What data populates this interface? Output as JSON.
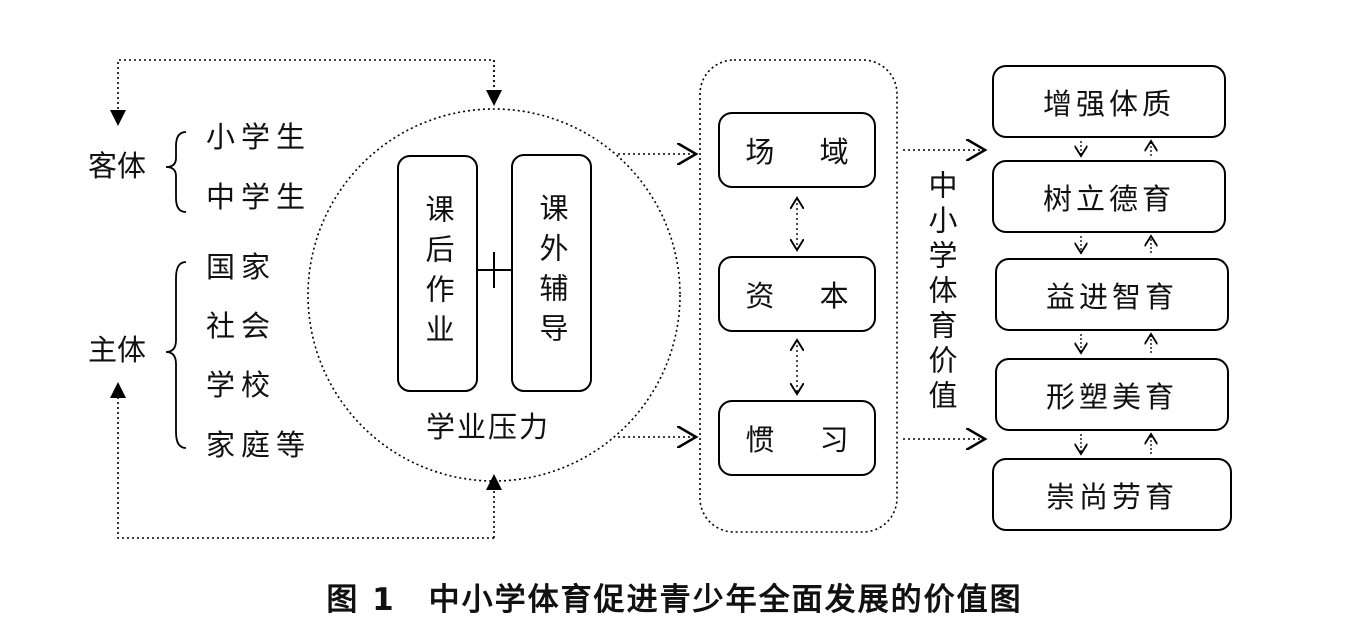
{
  "object": {
    "label": "客体",
    "items": [
      "小学生",
      "中学生"
    ]
  },
  "subject": {
    "label": "主体",
    "items": [
      "国家",
      "社会",
      "学校",
      "家庭等"
    ]
  },
  "pressure": {
    "homework": "课后作业",
    "tutoring": "课外辅导",
    "plus": "+",
    "label": "学业压力"
  },
  "middle": {
    "items": [
      "场 域",
      "资 本",
      "惯 习"
    ]
  },
  "value_label": "中小学体育价值",
  "values": [
    "增强体质",
    "树立德育",
    "益进智育",
    "形塑美育",
    "崇尚劳育"
  ],
  "caption": "图 1　中小学体育促进青少年全面发展的价值图"
}
